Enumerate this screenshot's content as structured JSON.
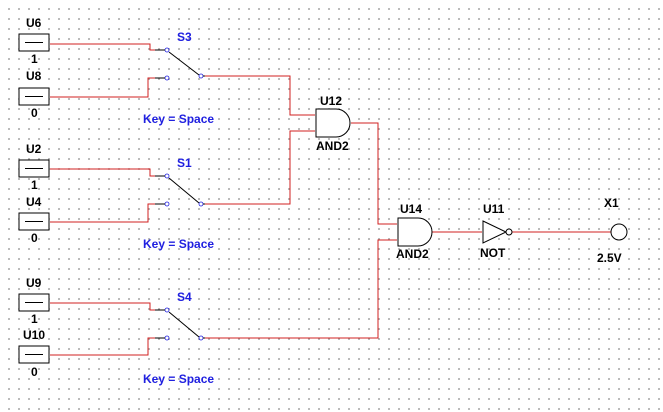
{
  "sources": [
    {
      "ref": "U6",
      "value": "1"
    },
    {
      "ref": "U8",
      "value": "0"
    },
    {
      "ref": "U2",
      "value": "1"
    },
    {
      "ref": "U4",
      "value": "0"
    },
    {
      "ref": "U9",
      "value": "1"
    },
    {
      "ref": "U10",
      "value": "0"
    }
  ],
  "switches": [
    {
      "ref": "S3",
      "key": "Key = Space"
    },
    {
      "ref": "S1",
      "key": "Key = Space"
    },
    {
      "ref": "S4",
      "key": "Key = Space"
    }
  ],
  "gates": {
    "and_top": {
      "ref": "U12",
      "type": "AND2"
    },
    "and_bottom": {
      "ref": "U14",
      "type": "AND2"
    },
    "not_gate": {
      "ref": "U11",
      "type": "NOT"
    }
  },
  "probe": {
    "ref": "X1",
    "value": "2.5V"
  },
  "colors": {
    "wire": "#d22020",
    "switch_label": "#2020e0",
    "grid_dot": "#a8a8a8"
  }
}
